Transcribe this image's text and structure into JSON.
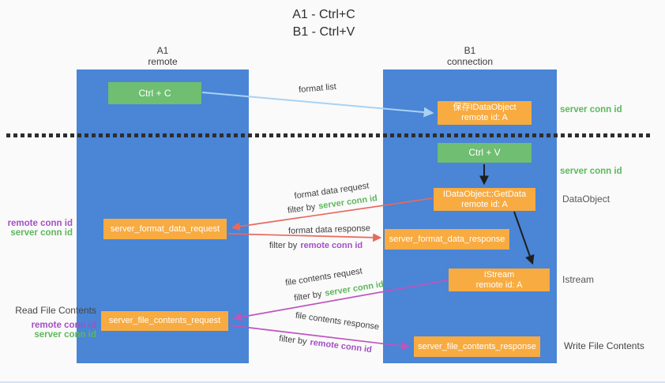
{
  "title": {
    "line1": "A1 - Ctrl+C",
    "line2": "B1 - Ctrl+V"
  },
  "columns": {
    "a1": {
      "title": "A1",
      "subtitle": "remote"
    },
    "b1": {
      "title": "B1",
      "subtitle": "connection"
    }
  },
  "nodes": {
    "ctrl_c": {
      "label": "Ctrl + C"
    },
    "save_dataobject": {
      "line1": "保存IDataObject",
      "line2": "remote id: A"
    },
    "ctrl_v": {
      "label": "Ctrl + V"
    },
    "getdata": {
      "line1": "IDataObject::GetData",
      "line2": "remote id: A"
    },
    "format_request": {
      "label": "server_format_data_request"
    },
    "format_response": {
      "label": "server_format_data_response"
    },
    "istream": {
      "line1": "IStream",
      "line2": "remote id: A"
    },
    "file_request": {
      "label": "server_file_contents_request"
    },
    "file_response": {
      "label": "server_file_contents_response"
    }
  },
  "flow_labels": {
    "format_list": "format list",
    "format_data_request": "format data request",
    "format_data_response": "format data response",
    "file_contents_request": "file contents request",
    "file_contents_response": "file contents response",
    "filter_by": "filter by",
    "server_conn_id": "server conn id",
    "remote_conn_id": "remote conn id"
  },
  "side_labels": {
    "right_server_conn_id_1": "server conn id",
    "right_server_conn_id_2": "server conn id",
    "dataobject": "DataObject",
    "istream": "Istream",
    "write_file_contents": "Write File Contents",
    "read_file_contents": "Read File Contents",
    "left_remote_conn_id_1": "remote conn id",
    "left_server_conn_id_1": "server conn id",
    "left_remote_conn_id_2": "remote conn id",
    "left_server_conn_id_2": "server conn id"
  },
  "colors": {
    "column_blue": "#4a85d6",
    "box_green": "#6fbe72",
    "box_orange": "#f8ab40",
    "arrow_light_blue": "#a9d2f3",
    "arrow_red": "#e8695d",
    "arrow_magenta": "#be55be",
    "arrow_black": "#1f1f1f",
    "text_green": "#5cb85c",
    "text_purple": "#a44fc5"
  }
}
